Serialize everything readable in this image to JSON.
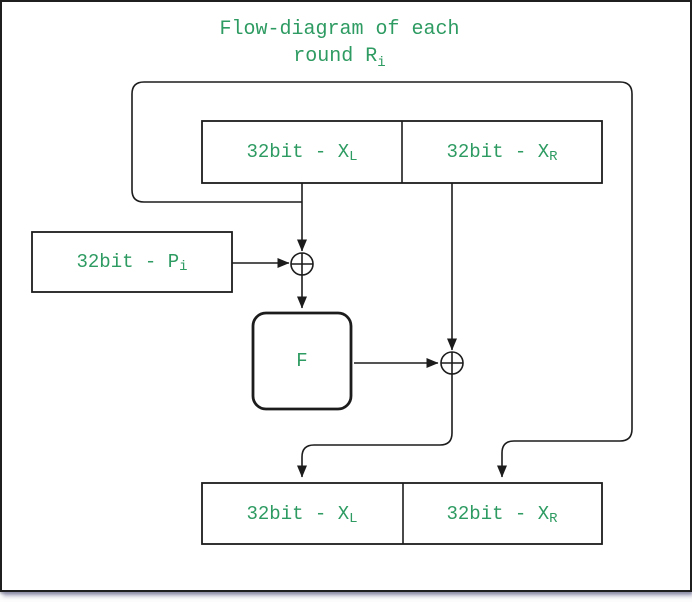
{
  "colors": {
    "text_green": "#2E9B62",
    "line": "#1c1c1c",
    "frame_border": "#1f1f1f"
  },
  "title": {
    "line1": "Flow-diagram of each",
    "line2_text": "round R",
    "line2_sub": "i"
  },
  "boxes": {
    "top_left": {
      "text": "32bit - X",
      "sub": "L"
    },
    "top_right": {
      "text": "32bit - X",
      "sub": "R"
    },
    "subkey": {
      "text": "32bit - P",
      "sub": "i"
    },
    "f_function": {
      "label": "F"
    },
    "bottom_left": {
      "text": "32bit - X",
      "sub": "L"
    },
    "bottom_right": {
      "text": "32bit - X",
      "sub": "R"
    }
  },
  "icons": {
    "xor_icon": "⊕"
  }
}
